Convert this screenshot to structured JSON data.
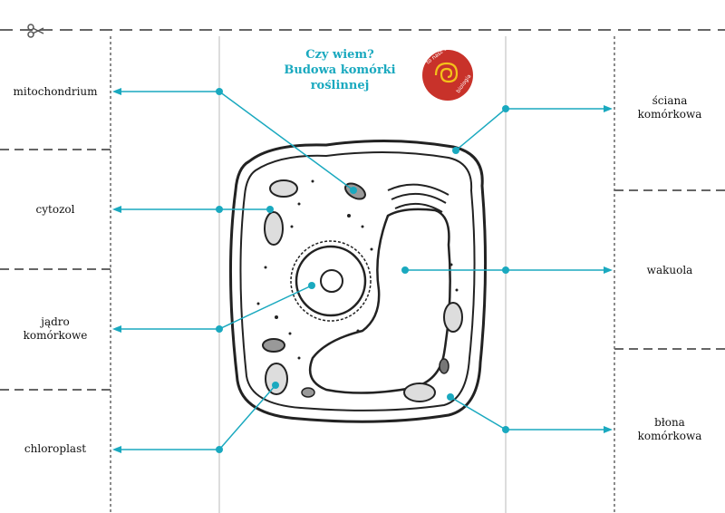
{
  "title": {
    "line1": "Czy wiem?",
    "line2": "Budowa komórki",
    "line3": "roślinnej"
  },
  "logo": {
    "line1": "to nasz świat",
    "line2": "biologia"
  },
  "labels": {
    "mitochondrium": "mitochondrium",
    "cytozol": "cytozol",
    "jadro_line1": "jądro",
    "jadro_line2": "komórkowe",
    "chloroplast": "chloroplast",
    "sciana_line1": "ściana",
    "sciana_line2": "komórkowa",
    "wakuola": "wakuola",
    "blona_line1": "błona",
    "blona_line2": "komórkowa"
  },
  "colors": {
    "accent": "#1aa9bf",
    "logo": "#c8322a",
    "outline": "#222222",
    "dashed": "#666666"
  }
}
